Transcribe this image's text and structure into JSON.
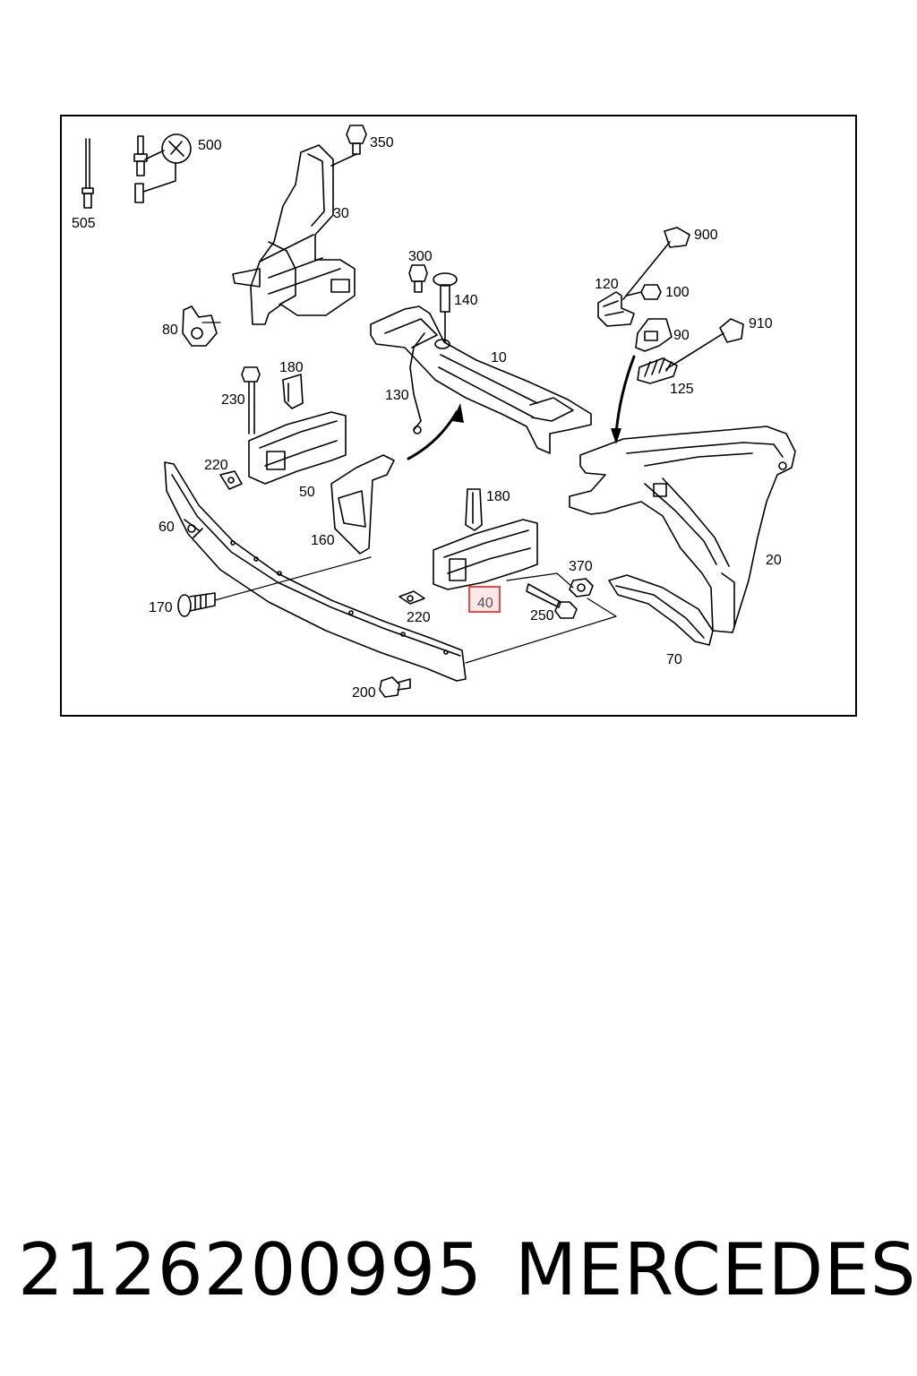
{
  "diagram": {
    "callouts": [
      "505",
      "500",
      "350",
      "30",
      "80",
      "300",
      "140",
      "10",
      "120",
      "100",
      "900",
      "90",
      "910",
      "125",
      "180",
      "230",
      "130",
      "220",
      "50",
      "60",
      "160",
      "180",
      "40",
      "370",
      "20",
      "170",
      "220",
      "250",
      "70",
      "200"
    ],
    "highlighted": "40",
    "highlight_color": "#e53935",
    "line_color": "#000000"
  },
  "footer": {
    "part_number": "2126200995",
    "brand": "MERCEDES"
  }
}
